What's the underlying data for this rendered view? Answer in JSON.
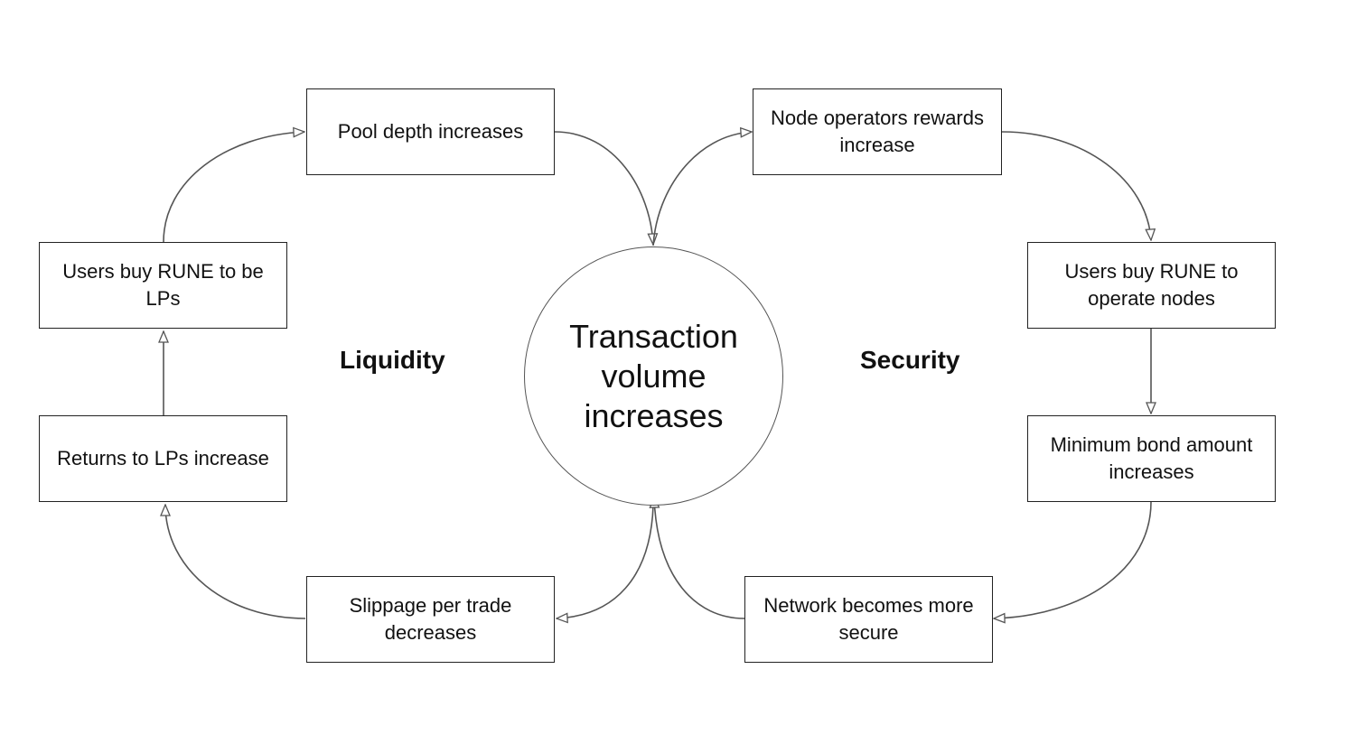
{
  "center": {
    "label": "Transaction volume increases"
  },
  "sections": {
    "left": "Liquidity",
    "right": "Security"
  },
  "liquidity_loop": {
    "pool_depth": "Pool depth increases",
    "users_buy_lp": "Users buy RUNE to be LPs",
    "returns_lp": "Returns to LPs increase",
    "slippage": "Slippage per trade decreases"
  },
  "security_loop": {
    "node_rewards": "Node operators rewards increase",
    "users_buy_nodes": "Users buy RUNE to operate nodes",
    "min_bond": "Minimum bond amount increases",
    "network_secure": "Network becomes more secure"
  },
  "colors": {
    "stroke": "#555555",
    "box_border": "#222222",
    "text": "#111111"
  }
}
